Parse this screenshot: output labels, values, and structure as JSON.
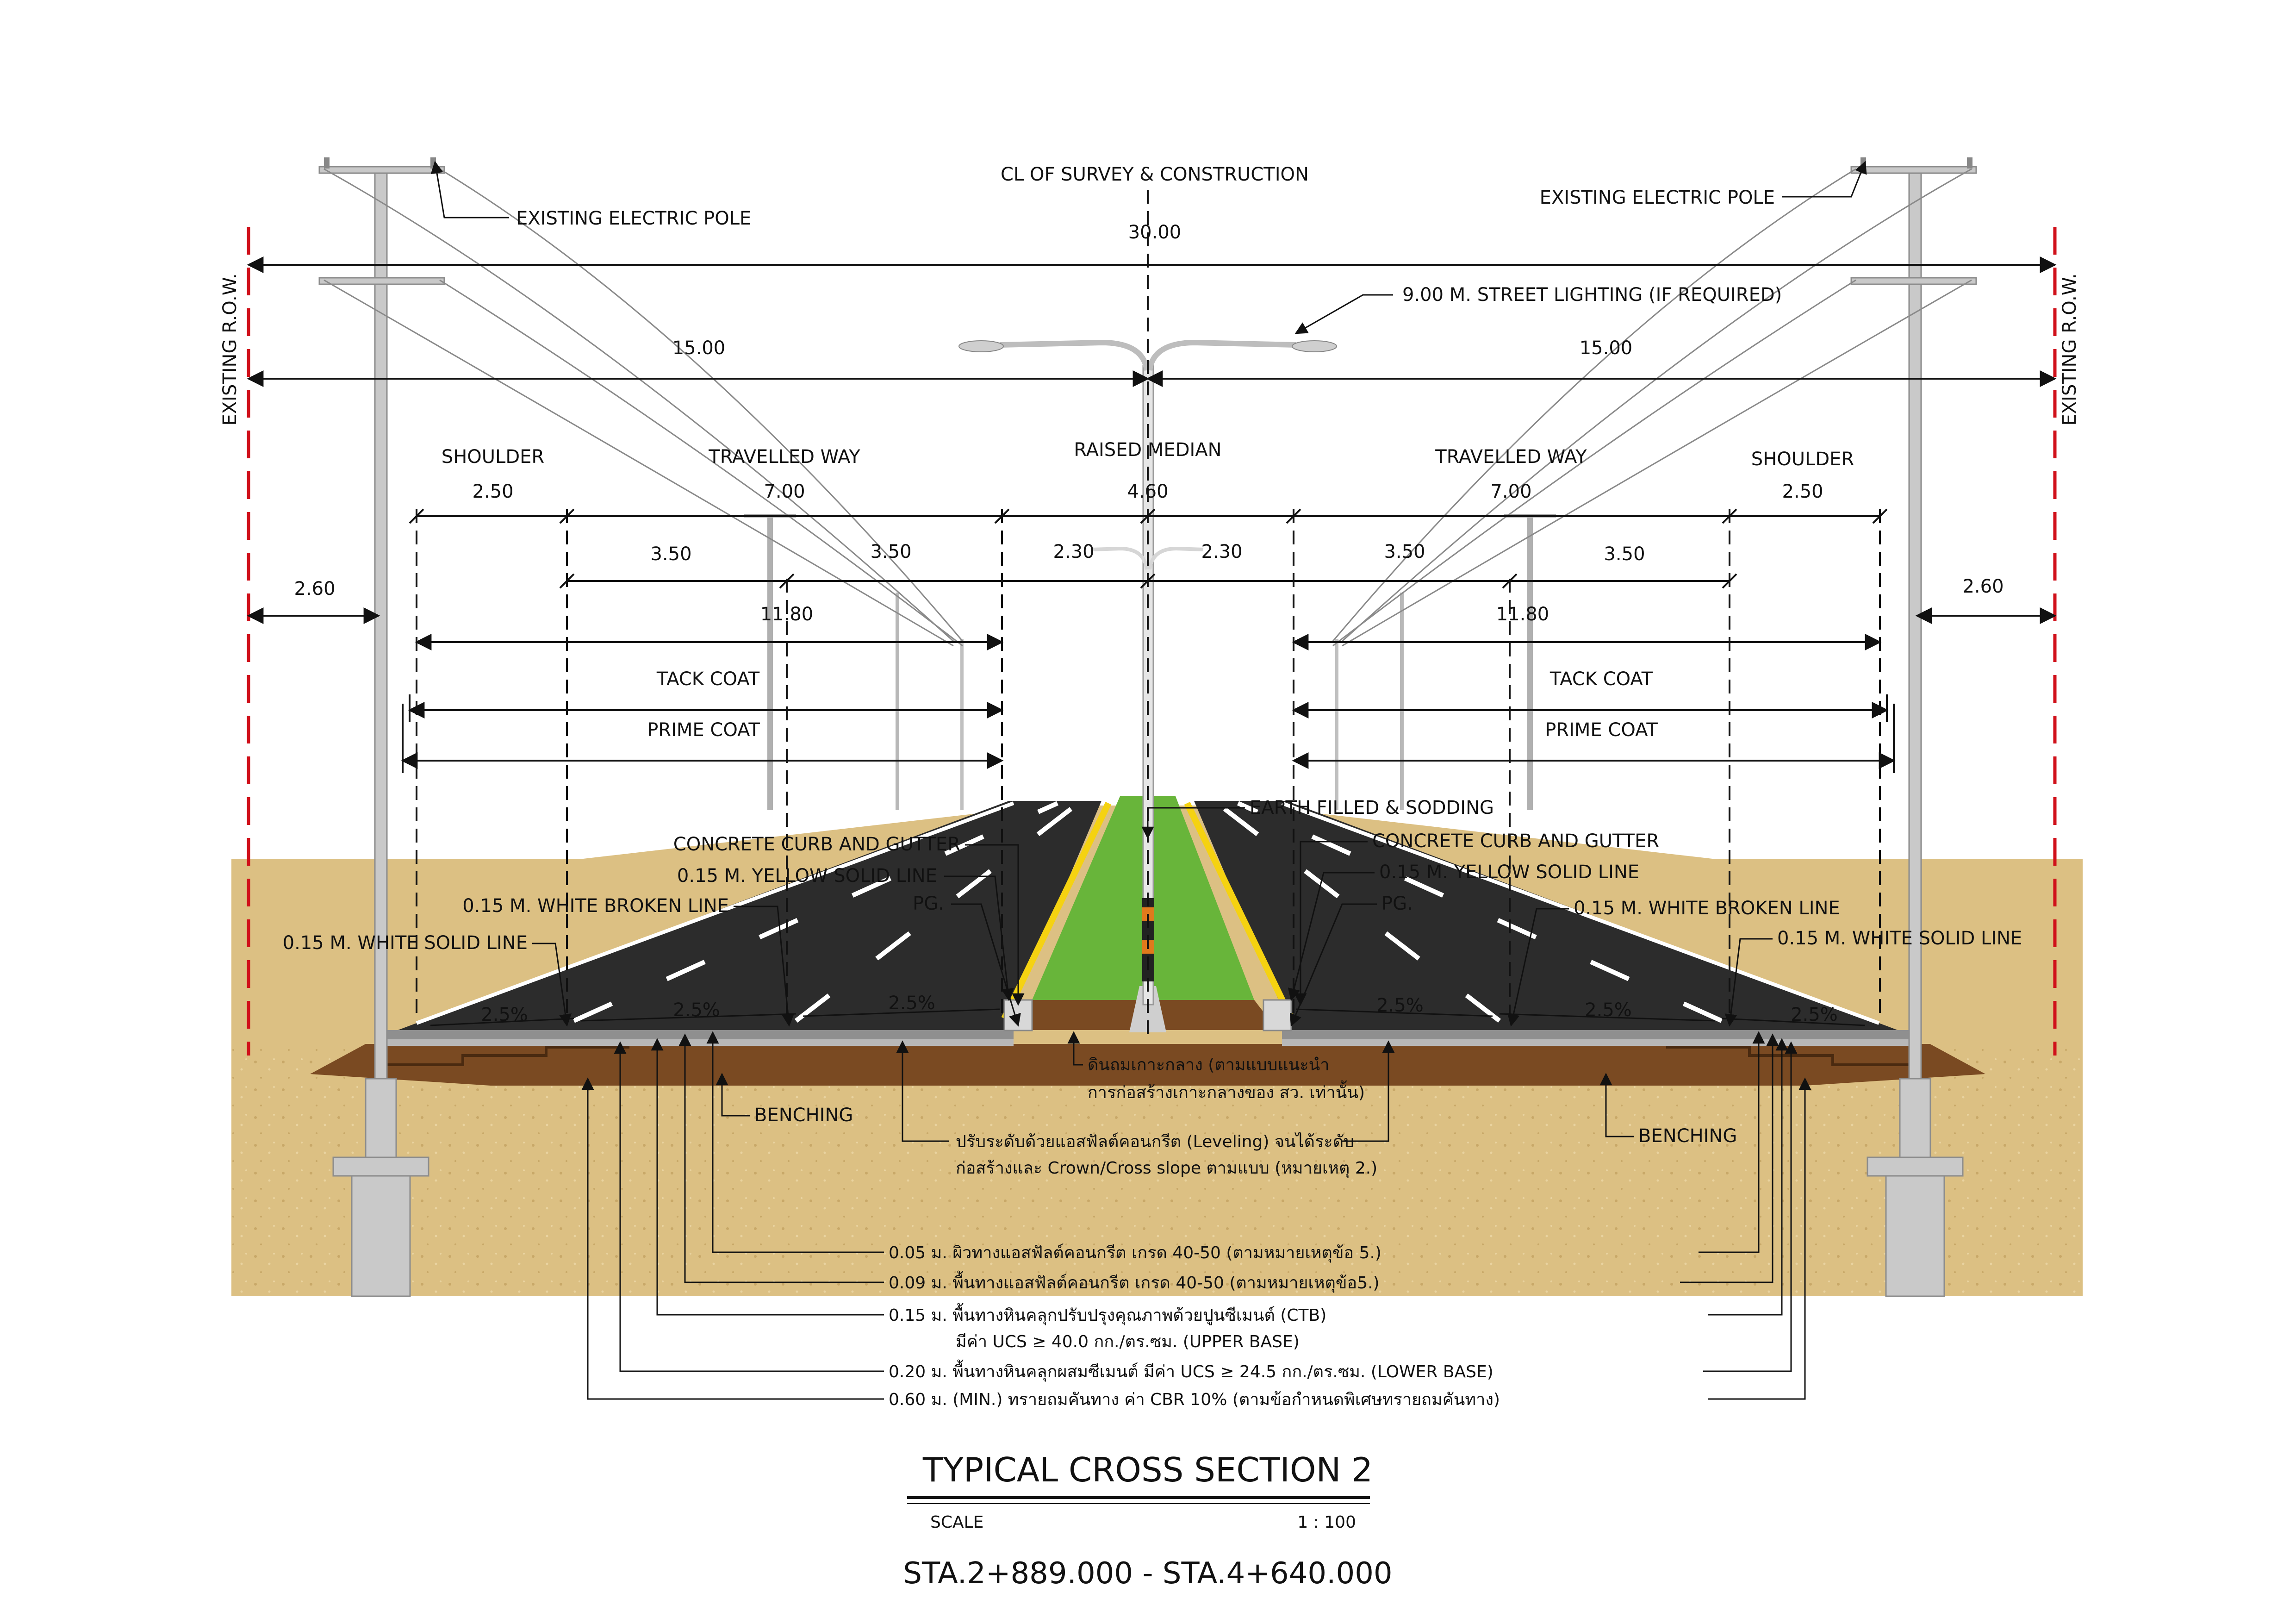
{
  "centerline": {
    "label": "CL OF SURVEY & CONSTRUCTION"
  },
  "row": {
    "left_label": "EXISTING R.O.W.",
    "right_label": "EXISTING R.O.W."
  },
  "poles": {
    "left_label": "EXISTING ELECTRIC POLE",
    "right_label": "EXISTING ELECTRIC POLE"
  },
  "lighting": {
    "label": "9.00 M. STREET LIGHTING (IF REQUIRED)"
  },
  "dimensions": {
    "total": "30.00",
    "half_left": "15.00",
    "half_right": "15.00",
    "row_offset_left": "2.60",
    "row_offset_right": "2.60",
    "shoulder_left": "2.50",
    "travelled_left": "7.00",
    "median": "4.60",
    "travelled_right": "7.00",
    "shoulder_right": "2.50",
    "lane1_left": "3.50",
    "lane2_left": "3.50",
    "median_half_left": "2.30",
    "median_half_right": "2.30",
    "lane2_right": "3.50",
    "lane1_right": "3.50",
    "pave_left": "11.80",
    "pave_right": "11.80"
  },
  "zones": {
    "shoulder_left": "SHOULDER",
    "travelled_left": "TRAVELLED WAY",
    "median": "RAISED MEDIAN",
    "travelled_right": "TRAVELLED WAY",
    "shoulder_right": "SHOULDER"
  },
  "coats": {
    "tack_left": "TACK COAT",
    "tack_right": "TACK COAT",
    "prime_left": "PRIME COAT",
    "prime_right": "PRIME COAT"
  },
  "callouts": {
    "earth": "EARTH FILLED & SODDING",
    "curb_left": "CONCRETE CURB AND GUTTER",
    "curb_right": "CONCRETE CURB AND GUTTER",
    "yellow_left": "0.15 M. YELLOW SOLID LINE",
    "yellow_right": "0.15 M. YELLOW SOLID LINE",
    "pg_left": "PG.",
    "pg_right": "PG.",
    "broken_left": "0.15 M. WHITE BROKEN LINE",
    "broken_right": "0.15 M. WHITE BROKEN LINE",
    "solid_left": "0.15 M. WHITE SOLID LINE",
    "solid_right": "0.15 M. WHITE SOLID LINE",
    "benching_left": "BENCHING",
    "benching_right": "BENCHING"
  },
  "slopes": [
    "2.5%",
    "2.5%",
    "2.5%",
    "2.5%",
    "2.5%",
    "2.5%"
  ],
  "notes": {
    "median_fill_1": "ดินถมเกาะกลาง (ตามแบบแนะนำ",
    "median_fill_2": "การก่อสร้างเกาะกลางของ สว. เท่านั้น)",
    "leveling_1": "ปรับระดับด้วยแอสฟัลต์คอนกรีต (Leveling) จนได้ระดับ",
    "leveling_2": "ก่อสร้างและ Crown/Cross slope ตามแบบ (หมายเหตุ 2.)"
  },
  "layers": [
    "0.05 ม. ผิวทางแอสฟัลต์คอนกรีต เกรด 40-50 (ตามหมายเหตุข้อ 5.)",
    "0.09 ม. พื้นทางแอสฟัลต์คอนกรีต เกรด 40-50 (ตามหมายเหตุข้อ5.)",
    "0.15 ม. พื้นทางหินคลุกปรับปรุงคุณภาพด้วยปูนซีเมนต์ (CTB)",
    "มีค่า UCS ≥ 40.0 กก./ตร.ซม. (UPPER BASE)",
    "0.20 ม. พื้นทางหินคลุกผสมซีเมนต์ มีค่า UCS ≥ 24.5 กก./ตร.ซม. (LOWER BASE)",
    "0.60 ม. (MIN.) ทรายถมคันทาง ค่า CBR 10% (ตามข้อกำหนดพิเศษทรายถมคันทาง)"
  ],
  "title": {
    "main": "TYPICAL CROSS SECTION 2",
    "scale_label": "SCALE",
    "scale_value": "1 : 100",
    "station": "STA.2+889.000 - STA.4+640.000"
  },
  "colors": {
    "sand": "#dcc083",
    "soil": "#7a4a22",
    "asphalt": "#2c2c2c",
    "median_grass": "#68b53a",
    "yellow_line": "#f5d211",
    "row_line": "#d0101a"
  }
}
